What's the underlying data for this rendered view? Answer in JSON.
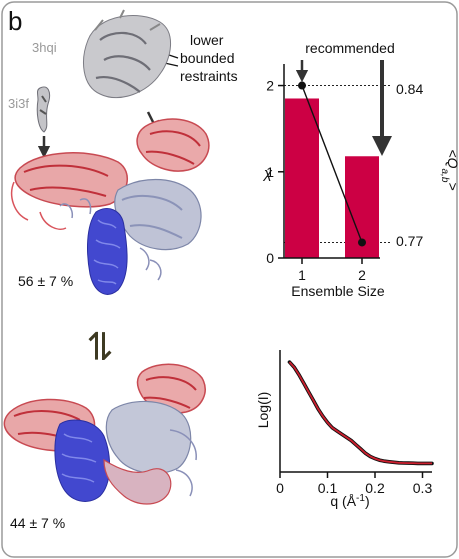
{
  "figure": {
    "panel_letter": "b",
    "pdb_labels": [
      "3hqi",
      "3i3f"
    ],
    "annotation_lower_bounded": [
      "lower",
      "bounded",
      "restraints"
    ],
    "annotation_recommended": "recommended",
    "populations": [
      "56 ± 7 %",
      "44 ± 7 %"
    ],
    "equilibrium_symbol": "⇌",
    "colors": {
      "bar": "#cc0044",
      "saxs_fit": "#cc1f2e",
      "protein_red": "#d9545c",
      "protein_blue": "#3a3fc8",
      "protein_grey": "#9aa0b4",
      "frame": "#9a9a9a"
    }
  },
  "chart_data": [
    {
      "type": "bar",
      "categories": [
        "1",
        "2"
      ],
      "values": [
        1.85,
        1.18
      ],
      "xlabel": "Ensemble Size",
      "ylabel": "χ",
      "ylim": [
        0,
        2.25
      ],
      "yticks": [
        0,
        1,
        2
      ],
      "secondary_axis": {
        "label": "<Qa,b>",
        "label_main": "<Q",
        "label_sub": "a,b",
        "label_end": ">",
        "tick_labels": [
          "0.84",
          "0.77"
        ],
        "type": "line",
        "points": [
          {
            "x": "1",
            "value": 0.84
          },
          {
            "x": "2",
            "value": 0.77
          }
        ],
        "reference_lines": [
          0.84,
          0.77
        ]
      }
    },
    {
      "type": "line",
      "title": "",
      "xlabel": "q (Å⁻¹)",
      "xlabel_main": "q (Å",
      "xlabel_sup": "-1",
      "xlabel_end": ")",
      "ylabel": "Log(I)",
      "xlim": [
        0,
        0.32
      ],
      "xticks": [
        0,
        0.1,
        0.2,
        0.3
      ],
      "xtick_labels": [
        "0",
        "0.1",
        "0.2",
        "0.3"
      ],
      "series": [
        {
          "style": "experimental",
          "x": [
            0.02,
            0.03,
            0.04,
            0.05,
            0.06,
            0.07,
            0.08,
            0.09,
            0.1,
            0.11,
            0.12,
            0.13,
            0.14,
            0.15,
            0.16,
            0.17,
            0.18,
            0.19,
            0.2,
            0.21,
            0.22,
            0.23,
            0.24,
            0.25,
            0.26,
            0.27,
            0.28,
            0.29,
            0.3,
            0.31,
            0.32
          ],
          "y": [
            0.98,
            0.93,
            0.86,
            0.78,
            0.7,
            0.62,
            0.54,
            0.47,
            0.41,
            0.36,
            0.33,
            0.3,
            0.27,
            0.24,
            0.2,
            0.16,
            0.12,
            0.09,
            0.07,
            0.055,
            0.045,
            0.04,
            0.035,
            0.03,
            0.028,
            0.027,
            0.026,
            0.025,
            0.025,
            0.025,
            0.025
          ]
        },
        {
          "style": "fit",
          "x": [
            0.02,
            0.03,
            0.04,
            0.05,
            0.06,
            0.07,
            0.08,
            0.09,
            0.1,
            0.11,
            0.12,
            0.13,
            0.14,
            0.15,
            0.16,
            0.17,
            0.18,
            0.19,
            0.2,
            0.21,
            0.22,
            0.23,
            0.24,
            0.25,
            0.26,
            0.27,
            0.28,
            0.29,
            0.3,
            0.31,
            0.32
          ],
          "y": [
            0.98,
            0.93,
            0.86,
            0.78,
            0.7,
            0.62,
            0.54,
            0.47,
            0.41,
            0.36,
            0.33,
            0.3,
            0.27,
            0.24,
            0.2,
            0.16,
            0.12,
            0.09,
            0.07,
            0.055,
            0.045,
            0.04,
            0.035,
            0.03,
            0.028,
            0.027,
            0.026,
            0.025,
            0.025,
            0.025,
            0.025
          ]
        }
      ]
    }
  ]
}
